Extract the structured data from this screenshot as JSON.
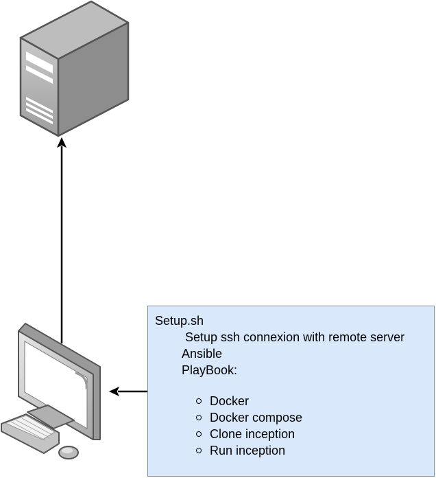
{
  "diagram": {
    "nodes": [
      {
        "id": "remote-server",
        "kind": "server-tower-icon"
      },
      {
        "id": "local-workstation",
        "kind": "desktop-computer-icon"
      }
    ],
    "edges": [
      {
        "from": "local-workstation",
        "to": "remote-server"
      },
      {
        "from": "note",
        "to": "local-workstation"
      }
    ],
    "note": {
      "title": "Setup.sh",
      "lines": [
        "Setup ssh connexion with remote server",
        "Ansible",
        "PlayBook:"
      ],
      "bullets": [
        "Docker",
        "Docker compose",
        "Clone inception",
        "Run inception"
      ],
      "fill_color": "#dae8fc",
      "border_color": "#6c8ebf"
    }
  }
}
